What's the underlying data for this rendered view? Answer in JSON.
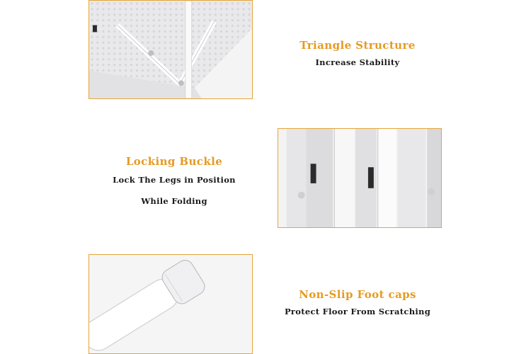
{
  "features": [
    {
      "title": "Triangle Structure",
      "lines": [
        "Increase Stability"
      ],
      "image": "table-underside-photo"
    },
    {
      "title": "Locking Buckle",
      "lines": [
        "Lock The Legs in Position",
        "While Folding"
      ],
      "image": "folded-legs-photo"
    },
    {
      "title": "Non-Slip Foot caps",
      "lines": [
        "Protect Floor From Scratching"
      ],
      "image": "foot-cap-photo"
    }
  ],
  "colors": {
    "accent": "#e69a23",
    "border": "#e6a53a",
    "text": "#1a1a1a"
  }
}
